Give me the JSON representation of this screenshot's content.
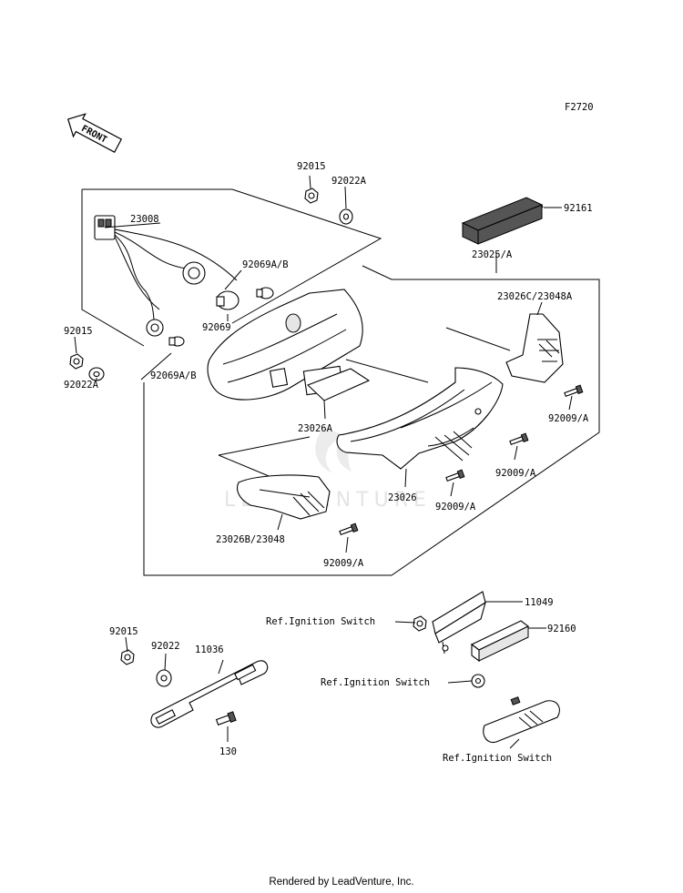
{
  "figure_code": "F2720",
  "front_label": "FRONT",
  "watermark": "LEADVENTURE",
  "footer": "Rendered by LeadVenture, Inc.",
  "labels": {
    "p92015_top": "92015",
    "p92022A_top": "92022A",
    "p92161": "92161",
    "p23008": "23008",
    "p92069AB_top": "92069A/B",
    "p23025A": "23025/A",
    "p23026C_23048A": "23026C/23048A",
    "p92069": "92069",
    "p92015_left": "92015",
    "p92069AB_left": "92069A/B",
    "p92022A_left": "92022A",
    "p92009A_1": "92009/A",
    "p23026A": "23026A",
    "p92009A_2": "92009/A",
    "p23026": "23026",
    "p92009A_3": "92009/A",
    "p23026B_23048": "23026B/23048",
    "p92009A_4": "92009/A",
    "ref_ign_1": "Ref.Ignition Switch",
    "p11049": "11049",
    "p92160": "92160",
    "p92015_bottom": "92015",
    "p92022": "92022",
    "p11036": "11036",
    "ref_ign_2": "Ref.Ignition Switch",
    "p130": "130",
    "ref_ign_3": "Ref.Ignition Switch"
  }
}
